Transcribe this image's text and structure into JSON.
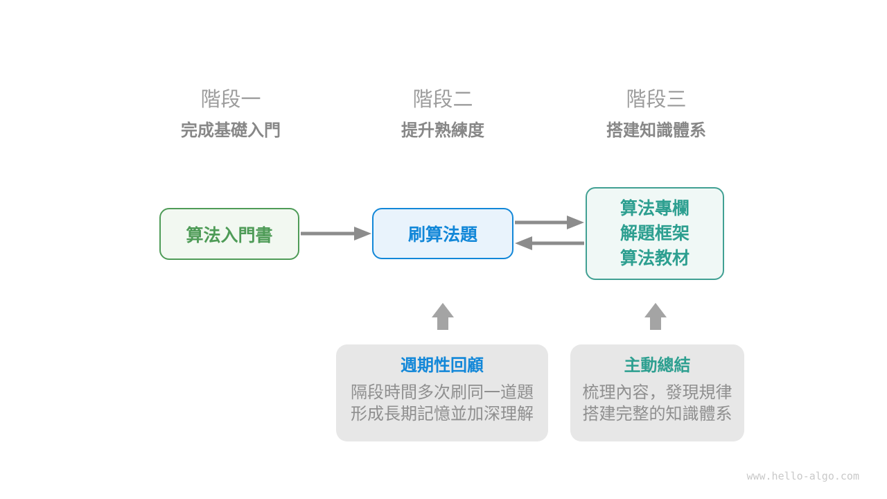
{
  "diagram": {
    "stages": [
      {
        "label": "階段一",
        "subtitle": "完成基礎入門"
      },
      {
        "label": "階段二",
        "subtitle": "提升熟練度"
      },
      {
        "label": "階段三",
        "subtitle": "搭建知識體系"
      }
    ],
    "nodes": {
      "intro_book": {
        "label": "算法入門書"
      },
      "practice": {
        "label": "刷算法題"
      },
      "resources": {
        "lines": [
          "算法專欄",
          "解題框架",
          "算法教材"
        ]
      }
    },
    "callouts": [
      {
        "title": "週期性回顧",
        "lines": [
          "隔段時間多次刷同一道題",
          "形成長期記憶並加深理解"
        ]
      },
      {
        "title": "主動總結",
        "lines": [
          "梳理內容，發現規律",
          "搭建完整的知識體系"
        ]
      }
    ],
    "watermark": "www.hello-algo.com",
    "colors": {
      "green": "#4e9b57",
      "blue": "#1287d8",
      "teal": "#2d9f90",
      "arrow_gray": "#8c8c8c",
      "block_arrow_gray": "#a4a4a4",
      "callout_bg": "#e7e7e7",
      "stage_label_gray": "#9c9c9c",
      "stage_subtitle_gray": "#878787",
      "watermark_gray": "#c9c9c9"
    }
  }
}
